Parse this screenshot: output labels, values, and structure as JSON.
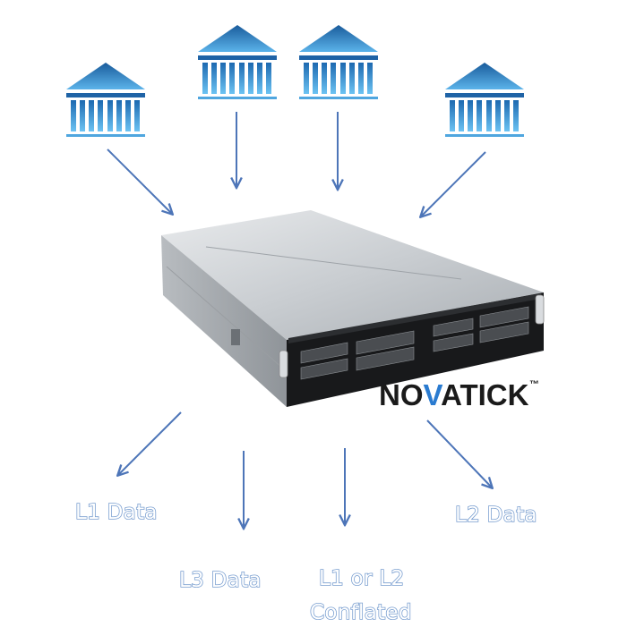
{
  "colors": {
    "arrow": "#4d75b8",
    "building_top": "#1a5c9c",
    "building_bottom": "#5bb3ea",
    "label_outline": "#7a9fd0",
    "brand_accent": "#2a7bd0"
  },
  "icons": [
    "exchange-building-icon",
    "exchange-building-icon",
    "exchange-building-icon",
    "exchange-building-icon"
  ],
  "device": {
    "brand": "NOVATICK",
    "trademark": "™"
  },
  "outputs": {
    "l1": "L1 Data",
    "l2": "L2 Data",
    "l3": "L3 Data",
    "conflated_line1": "L1 or L2",
    "conflated_line2": "Conflated"
  }
}
